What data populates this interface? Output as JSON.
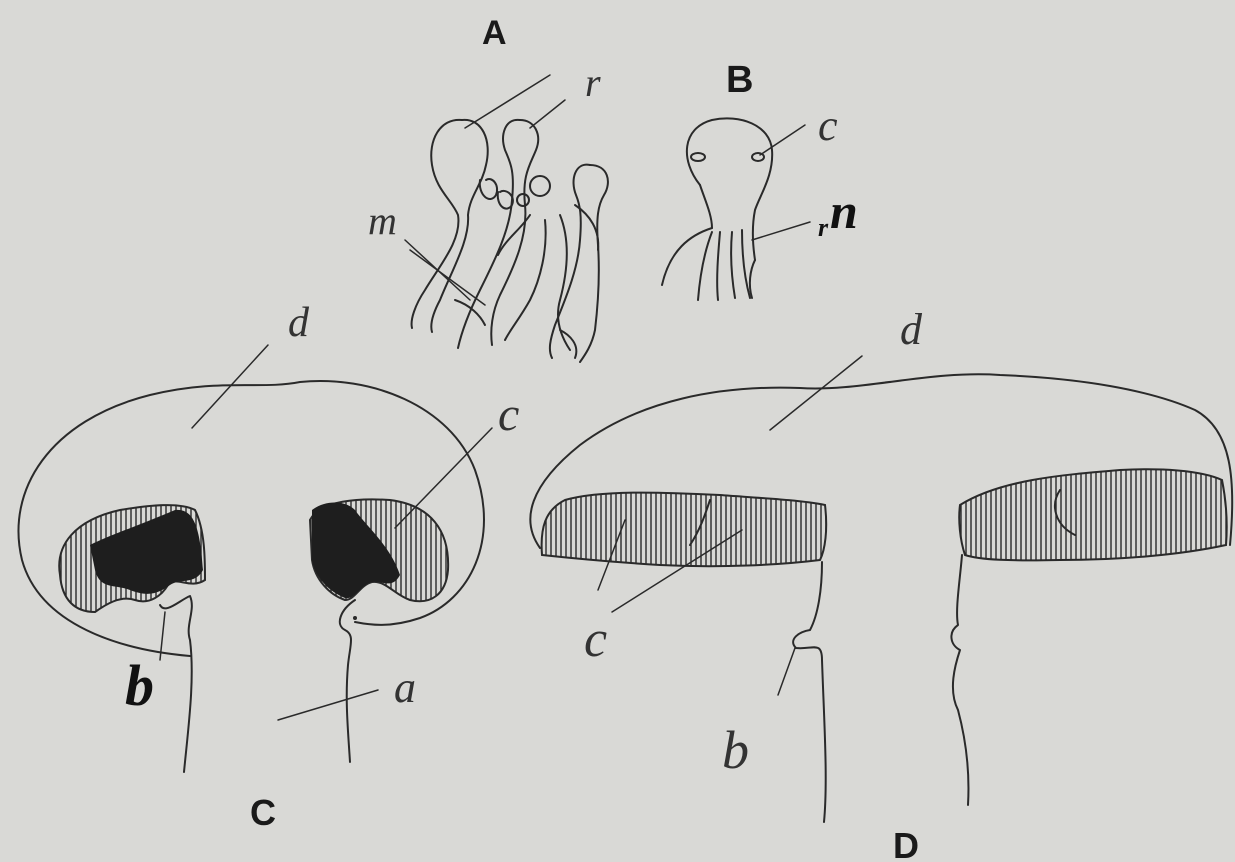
{
  "panels": {
    "A": "A",
    "B": "B",
    "C": "C",
    "D": "D"
  },
  "labels": {
    "A_r": "r",
    "A_m": "m",
    "B_c": "c",
    "B_rn_sub": "r",
    "B_rn_main": "n",
    "C_d": "d",
    "C_c": "c",
    "C_b": "b",
    "C_a": "a",
    "D_d": "d",
    "D_c": "c",
    "D_b": "b"
  },
  "colors": {
    "background": "#d9d9d6",
    "ink": "#2a2a2a"
  }
}
